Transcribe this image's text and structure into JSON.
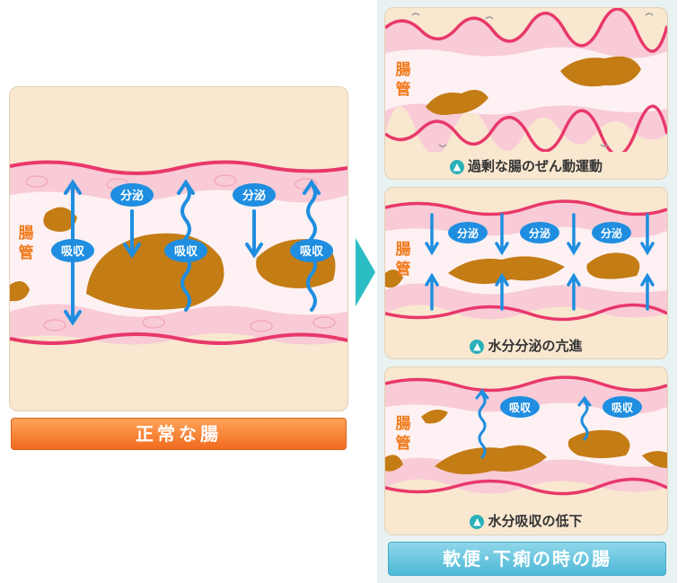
{
  "intestine_label": "腸管",
  "secretion_label": "分泌",
  "absorption_label": "吸収",
  "left": {
    "title": "正常な腸"
  },
  "right": {
    "title": "軟便･下痢の時の腸",
    "panels": [
      {
        "caption": "過剰な腸のぜん動運動"
      },
      {
        "caption": "水分分泌の亢進"
      },
      {
        "caption": "水分吸収の低下"
      }
    ]
  },
  "colors": {
    "wall": "#e8386a",
    "mucosa": "#f8cbd7",
    "stool": "#c47c15",
    "arrow": "#1f8ee0",
    "accent": "#f07a1a",
    "teal": "#2bbdc4"
  }
}
